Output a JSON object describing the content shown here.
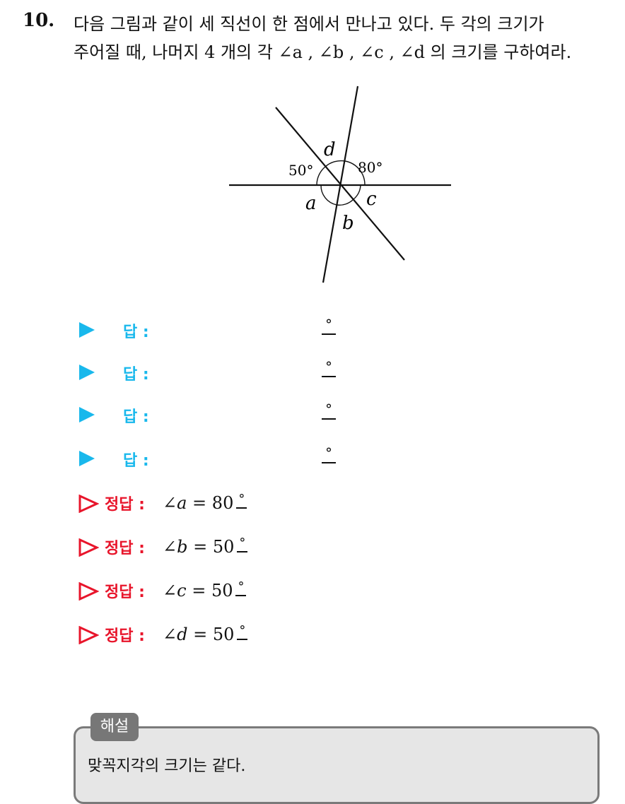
{
  "question": {
    "number": "10.",
    "line1": "다음 그림과 같이 세 직선이 한 점에서 만나고 있다. 두 각의 크기가",
    "line2": "주어질 때, 나머지 4 개의 각 ∠a , ∠b , ∠c , ∠d 의 크기를 구하여라."
  },
  "figure": {
    "angle_left": "50°",
    "angle_right": "80°",
    "label_a": "a",
    "label_b": "b",
    "label_c": "c",
    "label_d": "d"
  },
  "answer_rows": [
    {
      "label": "답 :",
      "unit": "°"
    },
    {
      "label": "답 :",
      "unit": "°"
    },
    {
      "label": "답 :",
      "unit": "°"
    },
    {
      "label": "답 :",
      "unit": "°"
    }
  ],
  "solutions": [
    {
      "label": "정답 :",
      "angle": "a",
      "value": "80",
      "unit": "°"
    },
    {
      "label": "정답 :",
      "angle": "b",
      "value": "50",
      "unit": "°"
    },
    {
      "label": "정답 :",
      "angle": "c",
      "value": "50",
      "unit": "°"
    },
    {
      "label": "정답 :",
      "angle": "d",
      "value": "50",
      "unit": "°"
    }
  ],
  "explanation": {
    "tag": "해설",
    "text": "맞꼭지각의 크기는 같다."
  },
  "colors": {
    "answer_accent": "#19b8ec",
    "solution_accent": "#e8152b"
  }
}
